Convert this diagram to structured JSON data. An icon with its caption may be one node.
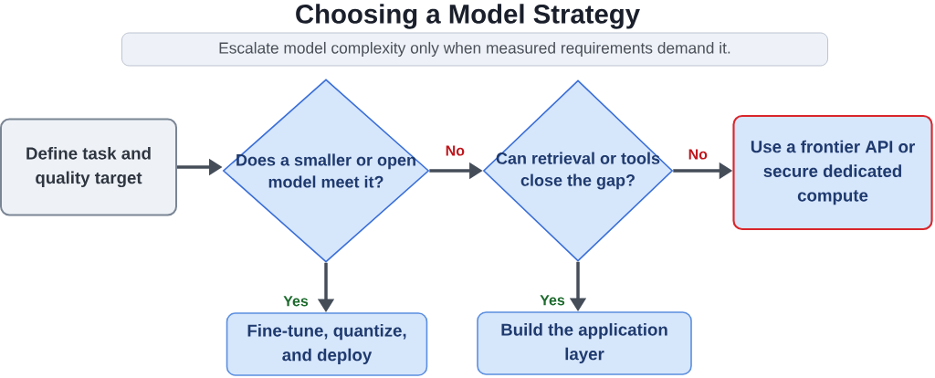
{
  "diagram": {
    "title": "Choosing a Model Strategy",
    "nodes": [
      {
        "text": [
          "Escalate model complexity only when measured requirements demand it."
        ]
      },
      {
        "text": [
          "Define task and quality target"
        ]
      },
      {
        "text": [
          "Does a smaller or open model meet it?"
        ]
      },
      {
        "text": [
          "Can retrieval or tools close the gap?"
        ]
      },
      {
        "text": [
          "Use a frontier API or secure dedicated compute"
        ]
      },
      {
        "text": [
          "Fine-tune, quantize, and deploy"
        ]
      },
      {
        "text": [
          "Build the application layer"
        ]
      }
    ],
    "edges": [
      {
        "from": 1,
        "to": 2,
        "arrow": "to"
      },
      {
        "from": 2,
        "to": 3,
        "arrow": "to",
        "label": "No"
      },
      {
        "from": 3,
        "to": 4,
        "arrow": "to",
        "label": "No"
      },
      {
        "from": 2,
        "to": 5,
        "arrow": "to",
        "label": "Yes"
      },
      {
        "from": 3,
        "to": 6,
        "arrow": "to",
        "label": "Yes"
      }
    ]
  }
}
